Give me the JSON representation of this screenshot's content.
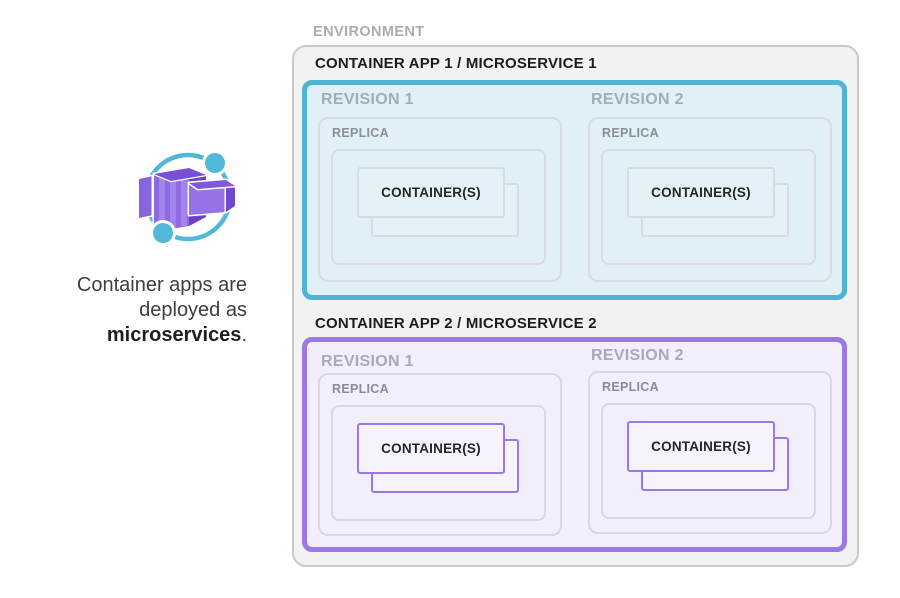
{
  "left_panel": {
    "icon_name": "container-apps-icon",
    "caption_line1": "Container apps are",
    "caption_line2": "deployed as",
    "caption_bold": "microservices",
    "caption_suffix": "."
  },
  "environment": {
    "label": "ENVIRONMENT",
    "apps": [
      {
        "title": "CONTAINER APP 1 / MICROSERVICE 1",
        "accent": "#4FB4D5",
        "fill": "#E1F0F6",
        "card_fill": "#E4F1F7",
        "card_border": "#D6DBDD",
        "line": "#D9DCDE",
        "revision_label_color": "#9FAEB6",
        "replica_label_color": "#899094",
        "revisions": [
          {
            "label": "REVISION 1",
            "replica": {
              "label": "REPLICA",
              "containers_label": "CONTAINER(S)"
            }
          },
          {
            "label": "REVISION 2",
            "replica": {
              "label": "REPLICA",
              "containers_label": "CONTAINER(S)"
            }
          }
        ]
      },
      {
        "title": "CONTAINER APP 2 / MICROSERVICE 2",
        "accent": "#9B77E8",
        "fill": "#F2EEFB",
        "card_fill": "#F6F3FC",
        "card_border": "#9B77E8",
        "line": "#DBD6E1",
        "revision_label_color": "#ACA6BE",
        "replica_label_color": "#8D8998",
        "revisions": [
          {
            "label": "REVISION 1",
            "replica": {
              "label": "REPLICA",
              "containers_label": "CONTAINER(S)"
            }
          },
          {
            "label": "REVISION 2",
            "replica": {
              "label": "REPLICA",
              "containers_label": "CONTAINER(S)"
            }
          }
        ]
      }
    ]
  },
  "colors": {
    "environment_fill": "#F2F2F2",
    "environment_border": "#C9C9C9",
    "environment_label": "#ACACAC",
    "app_title": "#1D1D1D",
    "container_label": "#262626",
    "caption_text": "#3E3E3E",
    "icon_teal": "#52B7D9",
    "icon_purple_dark": "#7048D0",
    "icon_purple_mid": "#8E6AE2",
    "icon_purple_light": "#A284EC"
  }
}
